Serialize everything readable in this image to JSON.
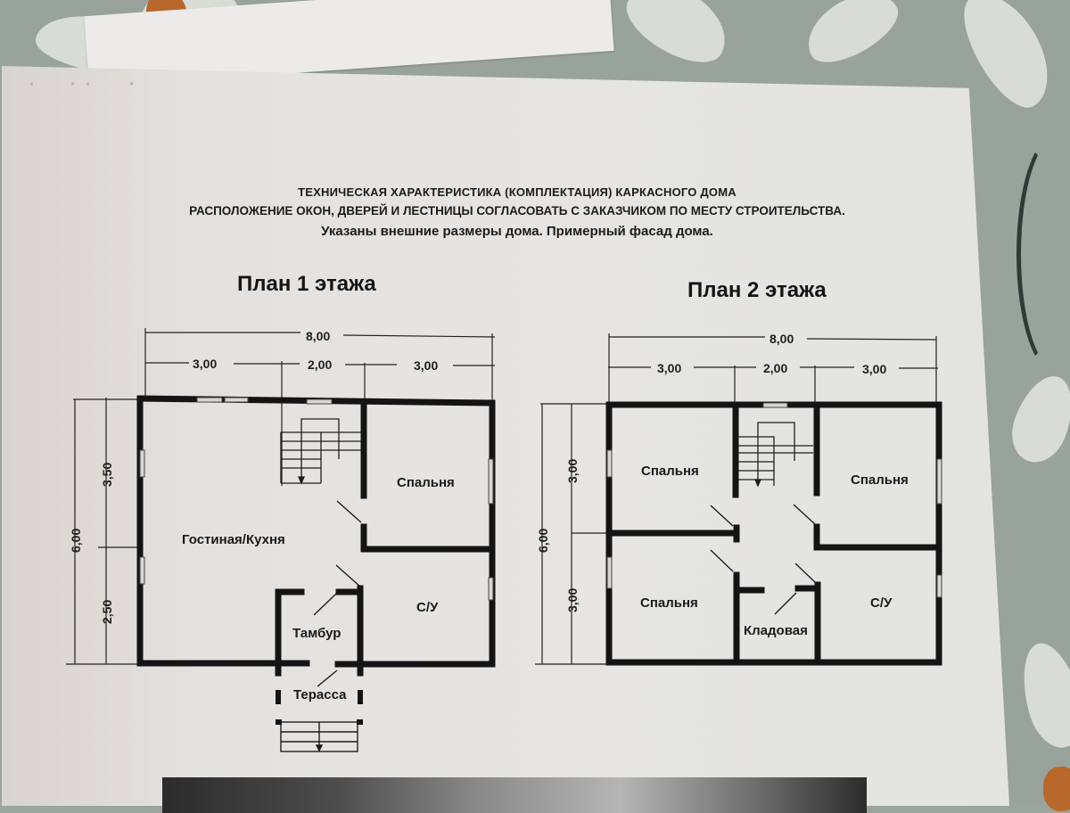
{
  "document": {
    "header": {
      "line1": "ТЕХНИЧЕСКАЯ ХАРАКТЕРИСТИКА (КОМПЛЕКТАЦИЯ) КАРКАСНОГО ДОМА",
      "line2": "РАСПОЛОЖЕНИЕ ОКОН, ДВЕРЕЙ И ЛЕСТНИЦЫ СОГЛАСОВАТЬ С ЗАКАЗЧИКОМ ПО МЕСТУ СТРОИТЕЛЬСТВА.",
      "line3": "Указаны внешние размеры дома. Примерный фасад дома."
    },
    "plans": [
      {
        "title": "План 1 этажа",
        "dimensions": {
          "total_width": "8,00",
          "segments": [
            "3,00",
            "2,00",
            "3,00"
          ],
          "total_height": "6,00",
          "height_segments": [
            "3,50",
            "2,50"
          ]
        },
        "rooms": [
          "Гостиная/Кухня",
          "Спальня",
          "С/У",
          "Тамбур",
          "Терасса"
        ]
      },
      {
        "title": "План 2 этажа",
        "dimensions": {
          "total_width": "8,00",
          "segments": [
            "3,00",
            "2,00",
            "3,00"
          ],
          "total_height": "6,00",
          "height_segments": [
            "3,00",
            "3,00"
          ]
        },
        "rooms": [
          "Спальня",
          "Спальня",
          "Спальня",
          "Кладовая",
          "С/У"
        ]
      }
    ]
  },
  "colors": {
    "paper": "#e5e4e2",
    "ink": "#141414",
    "background_cloth": "#98a39c"
  }
}
